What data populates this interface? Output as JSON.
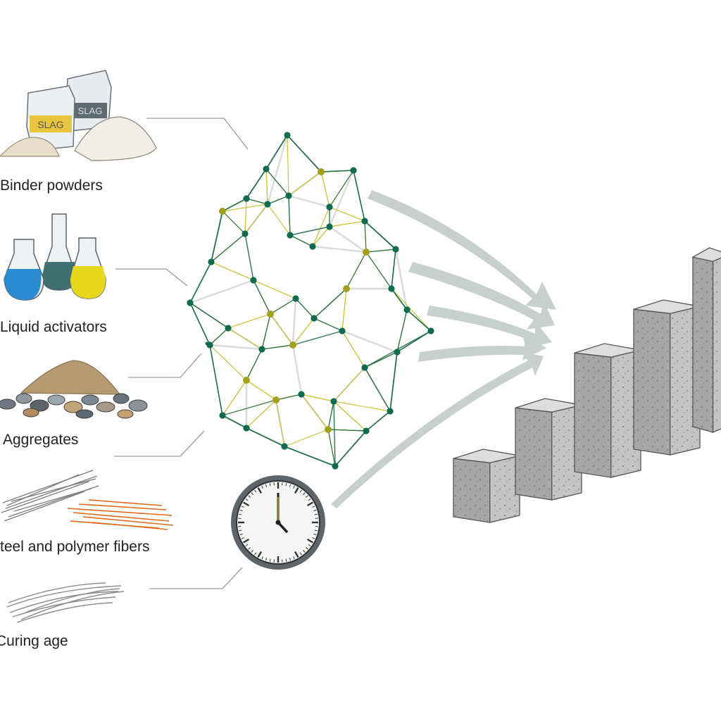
{
  "inputs": [
    {
      "label": "Binder powders"
    },
    {
      "label": "Liquid activators"
    },
    {
      "label": "Aggregates"
    },
    {
      "label": "teel and polymer fibers"
    },
    {
      "label": "Curing age"
    }
  ],
  "bag_prints": [
    "SLAG",
    "SLAG"
  ],
  "colors": {
    "network_edge": "#1f6f4a",
    "network_link": "#c9c437",
    "node": "#0f6b4f",
    "node_alt": "#a3a01c",
    "arrow": "#c7cfcf",
    "connector": "#9a9a9a",
    "concrete": "#a9a9a9",
    "fiber_orange": "#e06a1b",
    "liquid_blue": "#2b8ad0",
    "liquid_teal": "#3f6f73",
    "liquid_yellow": "#e8d81c"
  },
  "icons": {
    "network": "neural-network-icon",
    "clock": "clock-icon",
    "output": "concrete-blocks-icon"
  },
  "outputs": {
    "block_count": 5,
    "trend": "increasing"
  }
}
